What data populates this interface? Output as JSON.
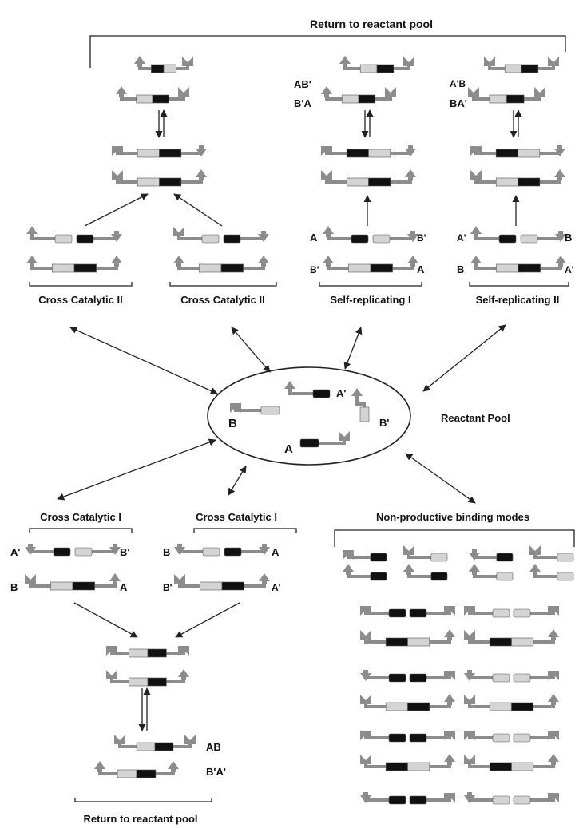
{
  "top_caption": "Return to reactant pool",
  "bottom_caption": "Return to reactant pool",
  "reactant_pool": {
    "label": "Reactant Pool",
    "species": [
      "A'",
      "B'",
      "B",
      "A"
    ]
  },
  "pathways": {
    "cross_catalytic_ii": "Cross Catalytic II",
    "self_replicating_i": "Self-replicating I",
    "self_replicating_ii": "Self-replicating II",
    "cross_catalytic_i": "Cross Catalytic I",
    "non_productive": "Non-productive binding modes"
  },
  "labels": {
    "sr1_product_top": "AB'",
    "sr1_product_bottom": "B'A",
    "sr1_left_top": "A",
    "sr1_left_bottom": "B'",
    "sr1_right_top": "B'",
    "sr1_right_bottom": "A",
    "sr2_product_top": "A'B",
    "sr2_product_bottom": "BA'",
    "sr2_left_top": "A'",
    "sr2_left_bottom": "B",
    "sr2_right_top": "B",
    "sr2_right_bottom": "A'",
    "cc1a_left_top": "A'",
    "cc1a_left_bottom": "B",
    "cc1a_right_top": "B'",
    "cc1a_right_bottom": "A",
    "cc1b_left_top": "B",
    "cc1b_left_bottom": "B'",
    "cc1b_right_top": "A",
    "cc1b_right_bottom": "A'",
    "bottom_product_top": "AB",
    "bottom_product_bottom": "B'A'"
  },
  "colors": {
    "linker_grey": "#8c8c8c",
    "recognition_light": "#d4d4d4",
    "reactive_black": "#111111"
  }
}
